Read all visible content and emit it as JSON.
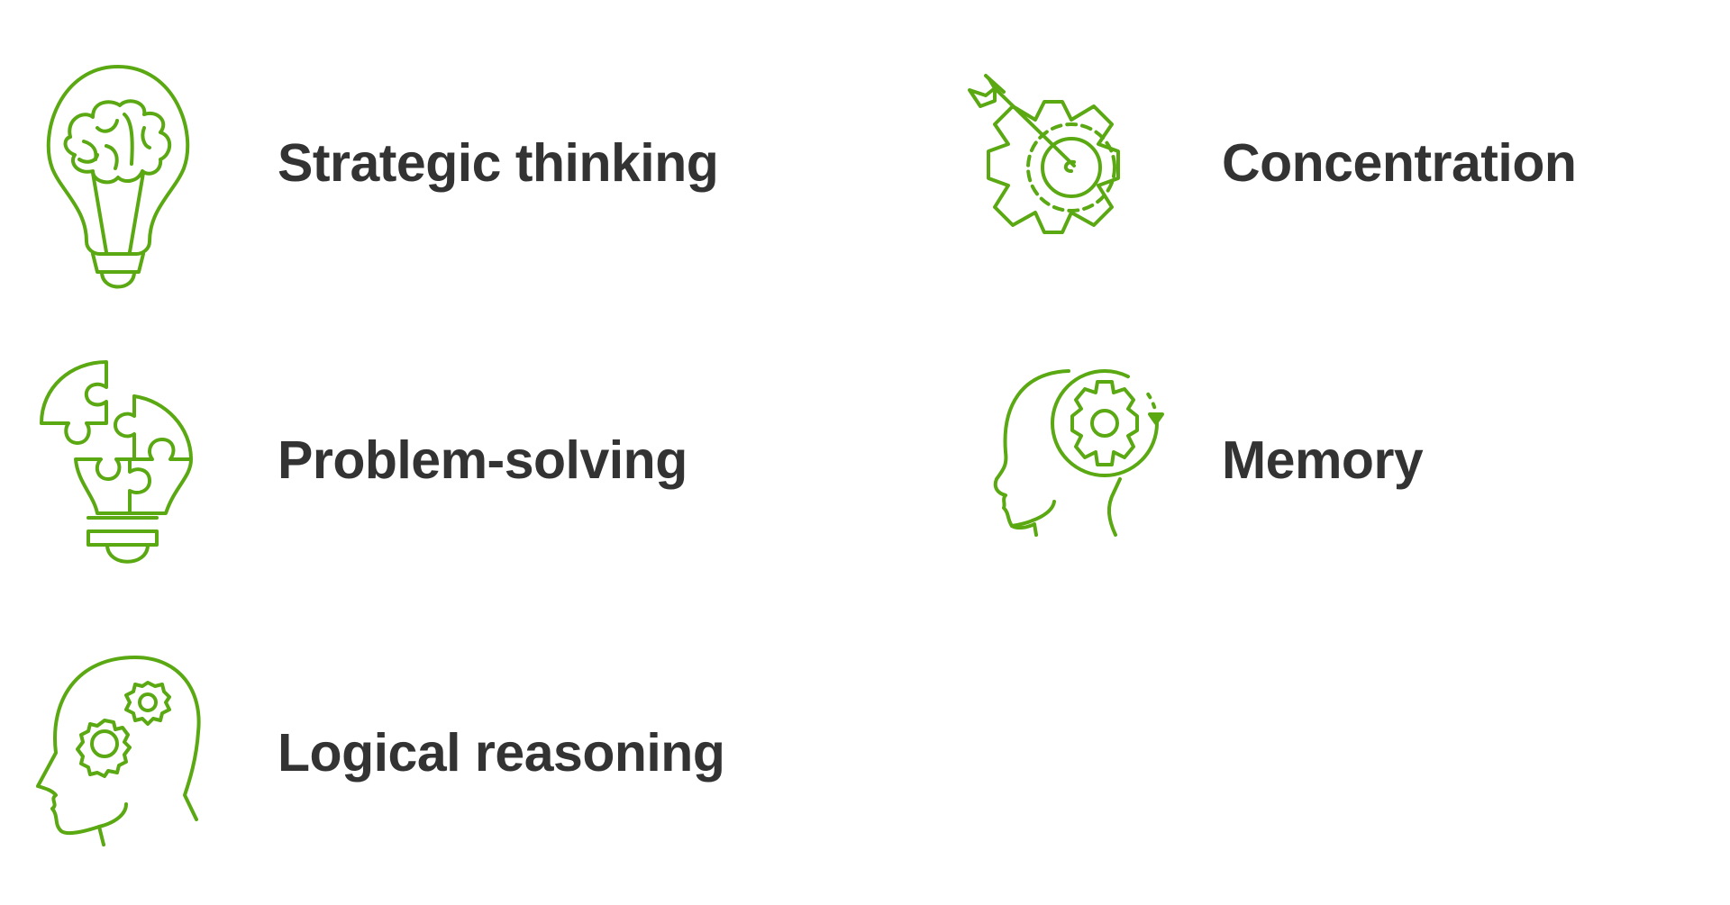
{
  "accent_color": "#5aa812",
  "text_color": "#333333",
  "items": [
    {
      "label": "Strategic thinking",
      "icon": "lightbulb-brain-icon"
    },
    {
      "label": "Problem-solving",
      "icon": "lightbulb-puzzle-icon"
    },
    {
      "label": "Logical reasoning",
      "icon": "head-gears-icon"
    },
    {
      "label": "Concentration",
      "icon": "gear-target-arrow-icon"
    },
    {
      "label": "Memory",
      "icon": "head-gear-cycle-icon"
    }
  ]
}
